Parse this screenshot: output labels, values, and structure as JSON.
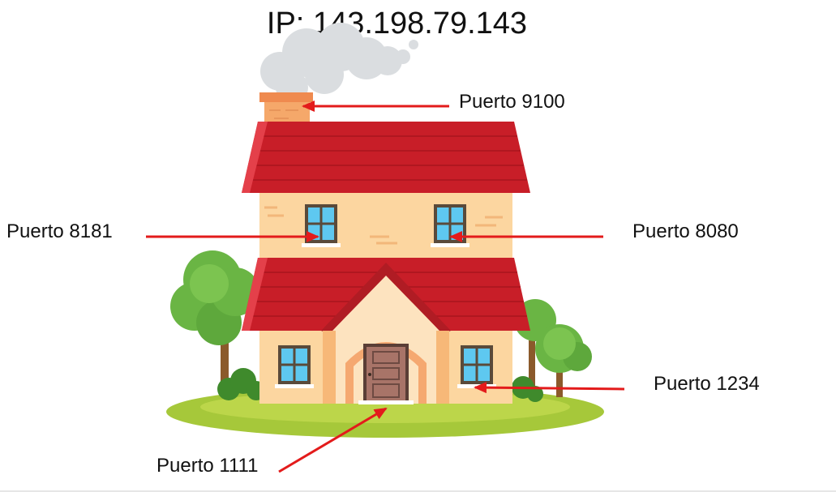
{
  "title": "IP: 143.198.79.143",
  "ports": {
    "chimney": "Puerto 9100",
    "window_upper_left": "Puerto 8181",
    "window_upper_right": "Puerto 8080",
    "window_lower_right": "Puerto 1234",
    "door": "Puerto 1111"
  },
  "colors": {
    "arrow": "#e31b1b",
    "roof": "#c81e28",
    "wall": "#fcd6a0",
    "window": "#5ec8f0",
    "door": "#a87468",
    "grass": "#a6c83a",
    "tree": "#6ab544"
  }
}
